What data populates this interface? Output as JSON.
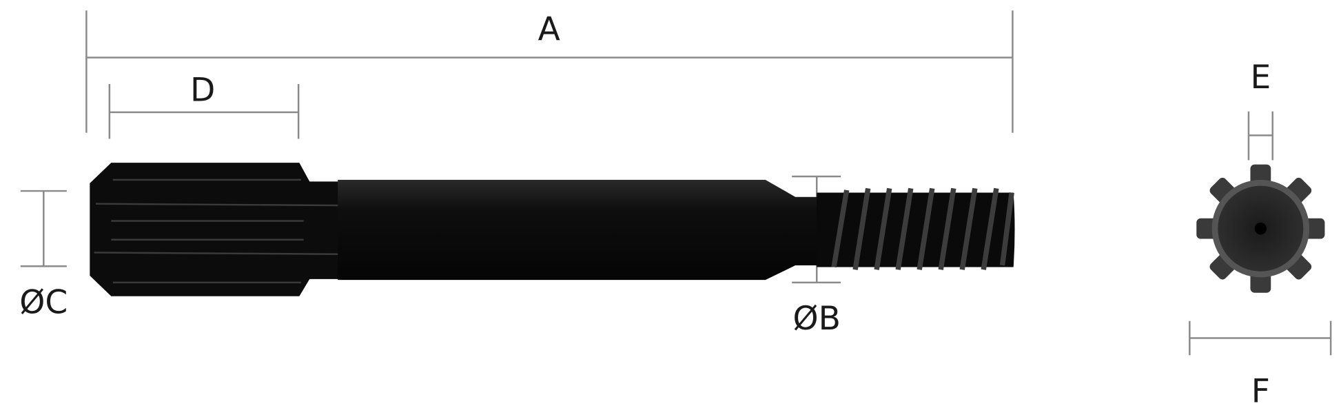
{
  "labels": {
    "A": "A",
    "B": "ØB",
    "C": "ØC",
    "D": "D",
    "E": "E",
    "F": "F"
  },
  "colors": {
    "body": "#111111",
    "dimension": "#8a8a8a"
  }
}
